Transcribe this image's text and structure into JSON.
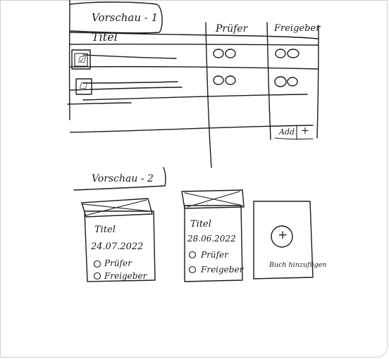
{
  "section1": {
    "title": "Vorschau - 1",
    "columns": {
      "title": "Titel",
      "reviewer": "Prüfer",
      "approver": "Freigeber"
    },
    "rows": [
      {
        "checkbox": "☑"
      },
      {
        "checkbox": "☐"
      }
    ],
    "add_label": "Add",
    "add_icon": "+"
  },
  "section2": {
    "title": "Vorschau - 2",
    "cards": [
      {
        "title": "Titel",
        "date": "24.07.2022",
        "reviewer": "Prüfer",
        "approver": "Freigeber"
      },
      {
        "title": "Titel",
        "date": "28.06.2022",
        "reviewer": "Prüfer",
        "approver": "Freigeber"
      }
    ],
    "add_card_label": "Buch hinzufügen",
    "add_card_icon": "+"
  }
}
